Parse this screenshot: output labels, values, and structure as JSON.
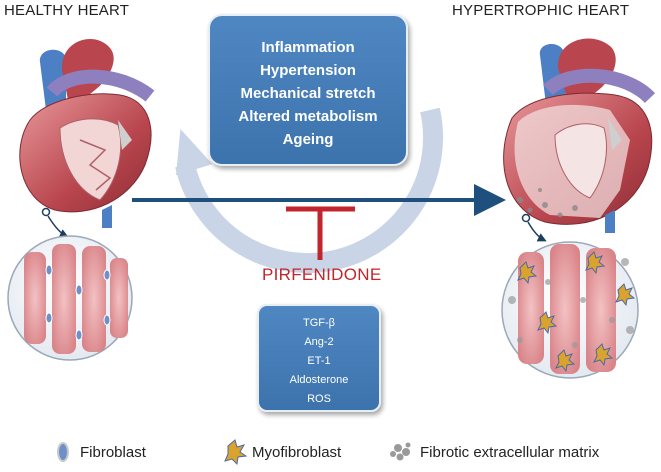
{
  "titles": {
    "healthy": "HEALTHY HEART",
    "hypertrophic": "HYPERTROPHIC HEART"
  },
  "risk_factors": [
    "Inflammation",
    "Hypertension",
    "Mechanical stretch",
    "Altered metabolism",
    "Ageing"
  ],
  "drug": "PIRFENIDONE",
  "mediators": [
    "TGF-β",
    "Ang-2",
    "ET-1",
    "Aldosterone",
    "ROS"
  ],
  "legend": {
    "fibroblast": "Fibroblast",
    "myofibroblast": "Myofibroblast",
    "matrix": "Fibrotic extracellular matrix"
  },
  "colors": {
    "box_blue": "#4a7fbb",
    "cycle_arrow": "#c9d5e6",
    "main_arrow": "#1f4f7d",
    "drug_red": "#c0262c",
    "heart_red": "#b9464e",
    "aorta_purple": "#8e7fbf",
    "vessel_blue": "#4d7fc4"
  }
}
